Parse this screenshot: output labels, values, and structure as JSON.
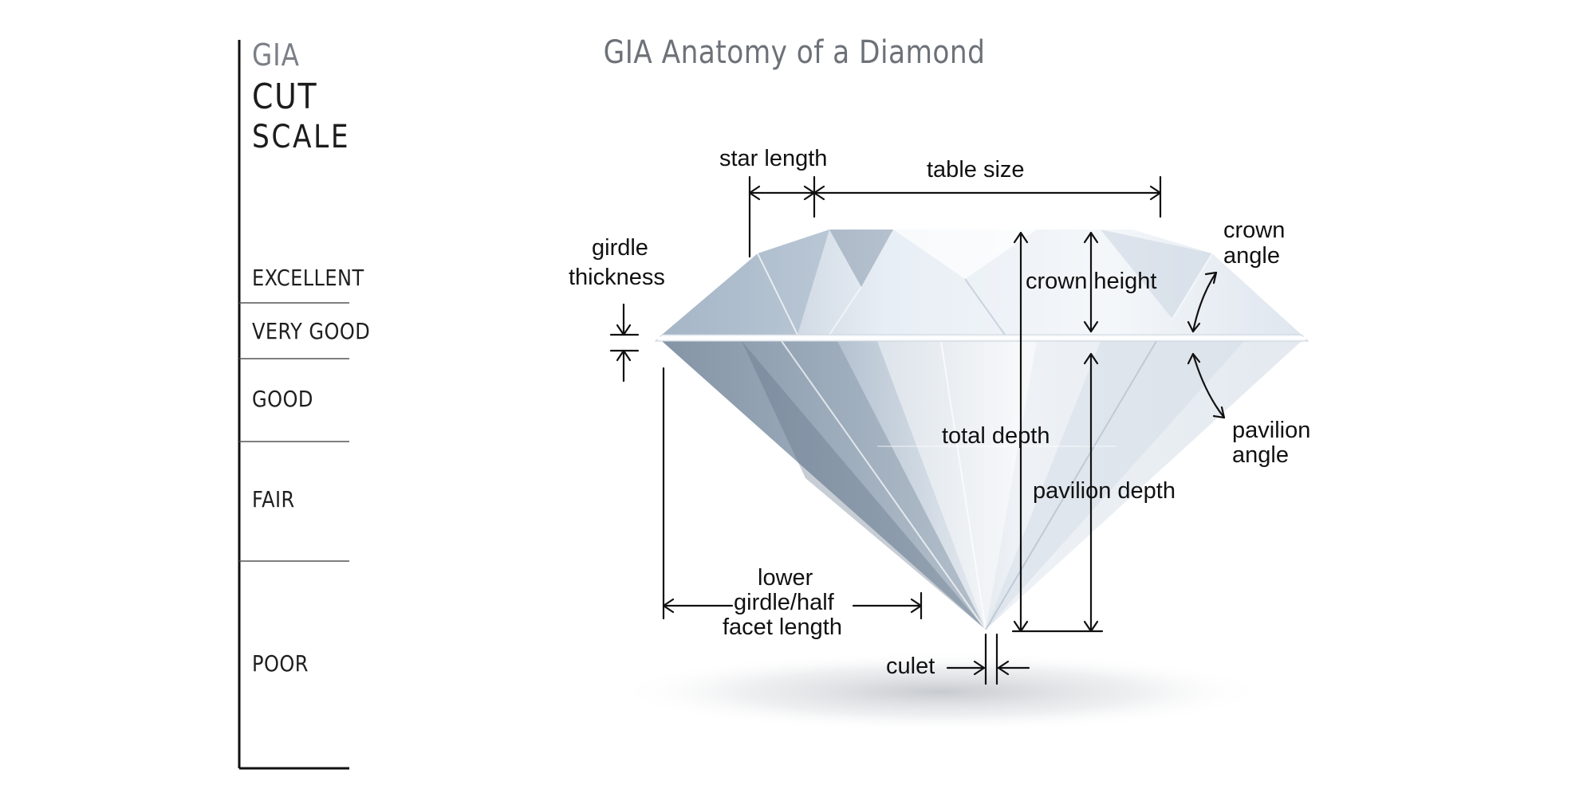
{
  "scale": {
    "gia": "GIA",
    "cut": "CUT",
    "scale_word": "SCALE",
    "grades": [
      "EXCELLENT",
      "VERY GOOD",
      "GOOD",
      "FAIR",
      "POOR"
    ]
  },
  "diagram": {
    "title": "GIA Anatomy of a Diamond",
    "labels": {
      "star_length": "star length",
      "table_size": "table size",
      "girdle_thickness_1": "girdle",
      "girdle_thickness_2": "thickness",
      "crown_angle_1": "crown",
      "crown_angle_2": "angle",
      "crown_height": "crown height",
      "total_depth": "total depth",
      "pavilion_angle_1": "pavilion",
      "pavilion_angle_2": "angle",
      "pavilion_depth": "pavilion depth",
      "lower_girdle_1": "lower",
      "lower_girdle_2": "girdle/half",
      "lower_girdle_3": "facet length",
      "culet": "culet"
    }
  },
  "colors": {
    "text": "#111111",
    "title_gray": "#6d7178",
    "diamond_light": "#eef3f8",
    "diamond_mid": "#c9d5e2",
    "diamond_dark": "#6e7f92"
  }
}
